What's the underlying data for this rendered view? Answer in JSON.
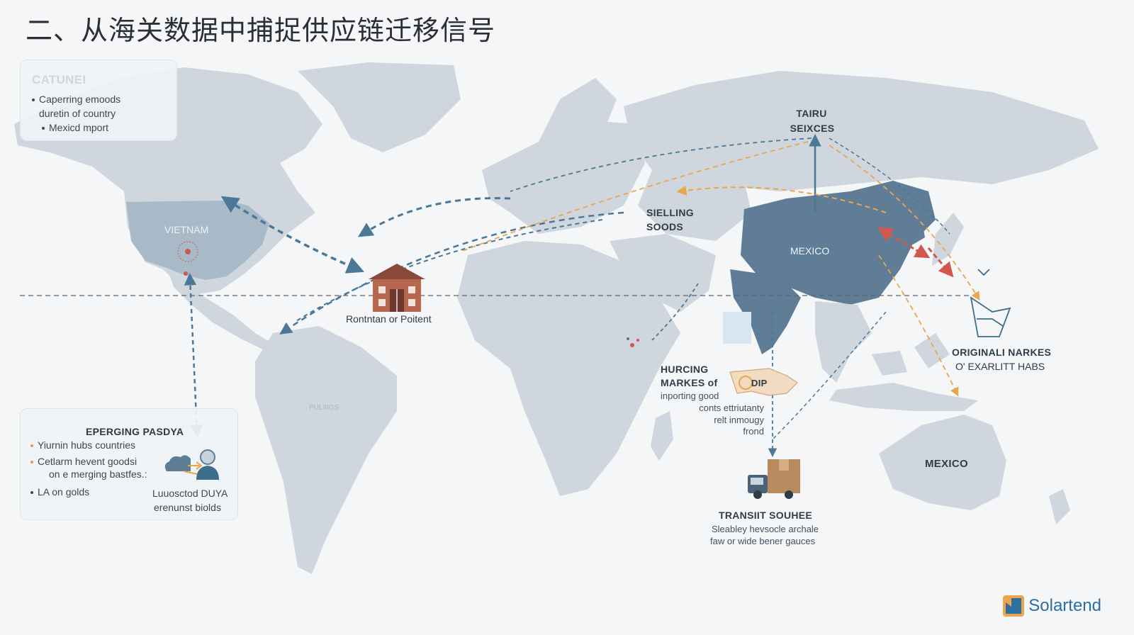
{
  "title": "二、从海关数据中捕捉供应链迁移信号",
  "top_left_panel": {
    "heading": "CATUNEI",
    "bullets": [
      "Caperring emoods",
      "duretin of country",
      "Mexicd mport"
    ]
  },
  "emerging_panel": {
    "heading": "EPERGING PASDYA",
    "bullets": [
      "Yiurnin hubs countries",
      "Cetlarm hevent goodsi",
      "on e merging bastfes.:",
      "LA on golds"
    ],
    "caption_line1": "Luuosctod DUYA",
    "caption_line2": "erenunst biolds"
  },
  "labels": {
    "vietnam": "VIETNAM",
    "roundtrip": "Rontntan or Poitent",
    "tairu_1": "TAIRU",
    "tairu_2": "SEIXCES",
    "selling_1": "SIELLING",
    "selling_2": "SOODS",
    "mexico_asia": "MEXICO",
    "hurcing_1": "HURCING",
    "hurcing_2": "MARKES of",
    "hurcing_3": "inporting good",
    "hurcing_4": "conts ettriutanty",
    "hurcing_5": "relt inmougy",
    "hurcing_6": "frond",
    "original_1": "ORIGINALI NARKES",
    "original_2": "O' EXARLITT HABS",
    "mexico_aus": "MEXICO",
    "transit_1": "TRANSIIT SOUHEE",
    "transit_2": "Sleabley hevsocle archale",
    "transit_3": "faw or wide bener gauces",
    "south_america_faint": "PULIIIGS",
    "origin_tag": "DIP"
  },
  "brand": {
    "name": "Solartend",
    "icon": "solartend-logo-icon"
  },
  "icons": {
    "warehouse": "warehouse-icon",
    "truck": "delivery-truck-icon",
    "worker": "worker-avatar-icon",
    "cloud": "cloud-icon",
    "ship": "ship-route-icon"
  },
  "colors": {
    "land": "#cfd6dd",
    "highlight_land": "#5f7d96",
    "route_blue": "#4a7896",
    "route_orange": "#e9a64a",
    "route_red": "#d0584f",
    "equator": "#5a6670"
  }
}
